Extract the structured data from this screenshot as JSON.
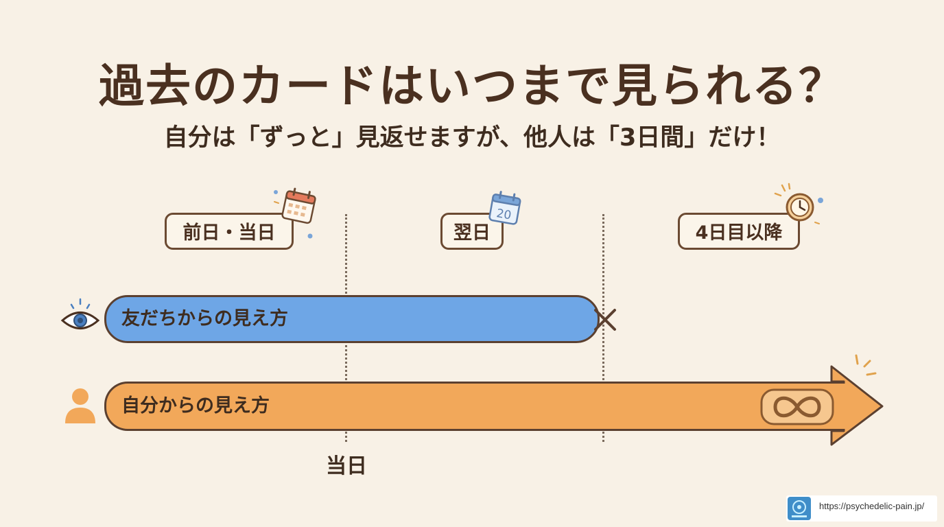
{
  "title": "過去のカードはいつまで見られる？",
  "subtitle": "自分は「ずっと」見返せますが、他人は「3日間」だけ！",
  "periods": [
    {
      "label": "前日・当日"
    },
    {
      "label": "翌日"
    },
    {
      "label": "4日目以降"
    }
  ],
  "calendar_day": "20",
  "rows": {
    "friend": {
      "label": "友だちからの見え方"
    },
    "self": {
      "label": "自分からの見え方"
    }
  },
  "axis_marker": "当日",
  "footer": {
    "url": "https://psychedelic-pain.jp/"
  },
  "colors": {
    "background": "#f8f1e6",
    "friend_bar": "#6ea6e6",
    "self_bar": "#f2a85a",
    "outline": "#5b4030"
  },
  "icons": [
    "calendar-icon",
    "calendar-20-icon",
    "clock-icon",
    "eye-icon",
    "person-icon",
    "end-x-icon",
    "infinity-icon",
    "site-logo-icon"
  ]
}
